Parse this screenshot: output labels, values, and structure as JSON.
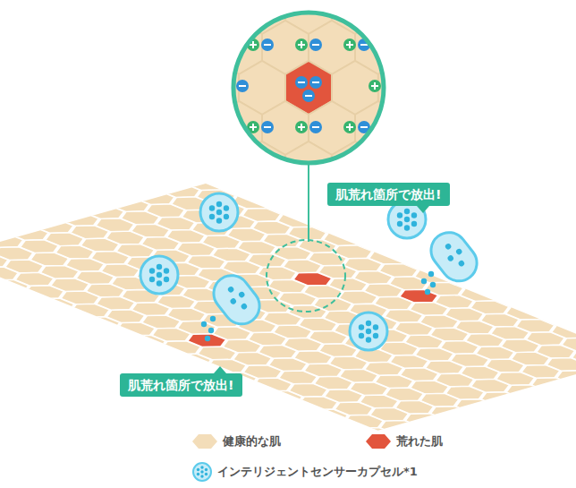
{
  "diagram": {
    "nodes": [
      {
        "text": [
          "肌荒れ箇所で放出!"
        ]
      },
      {
        "text": [
          "肌荒れ箇所で放出!"
        ]
      }
    ],
    "legend": [
      {
        "text": "健康的な肌",
        "color": "#f3ddb9"
      },
      {
        "text": "荒れた肌",
        "color": "#e2553d"
      },
      {
        "text": "インテリジェントセンサーカプセル*1"
      }
    ]
  }
}
